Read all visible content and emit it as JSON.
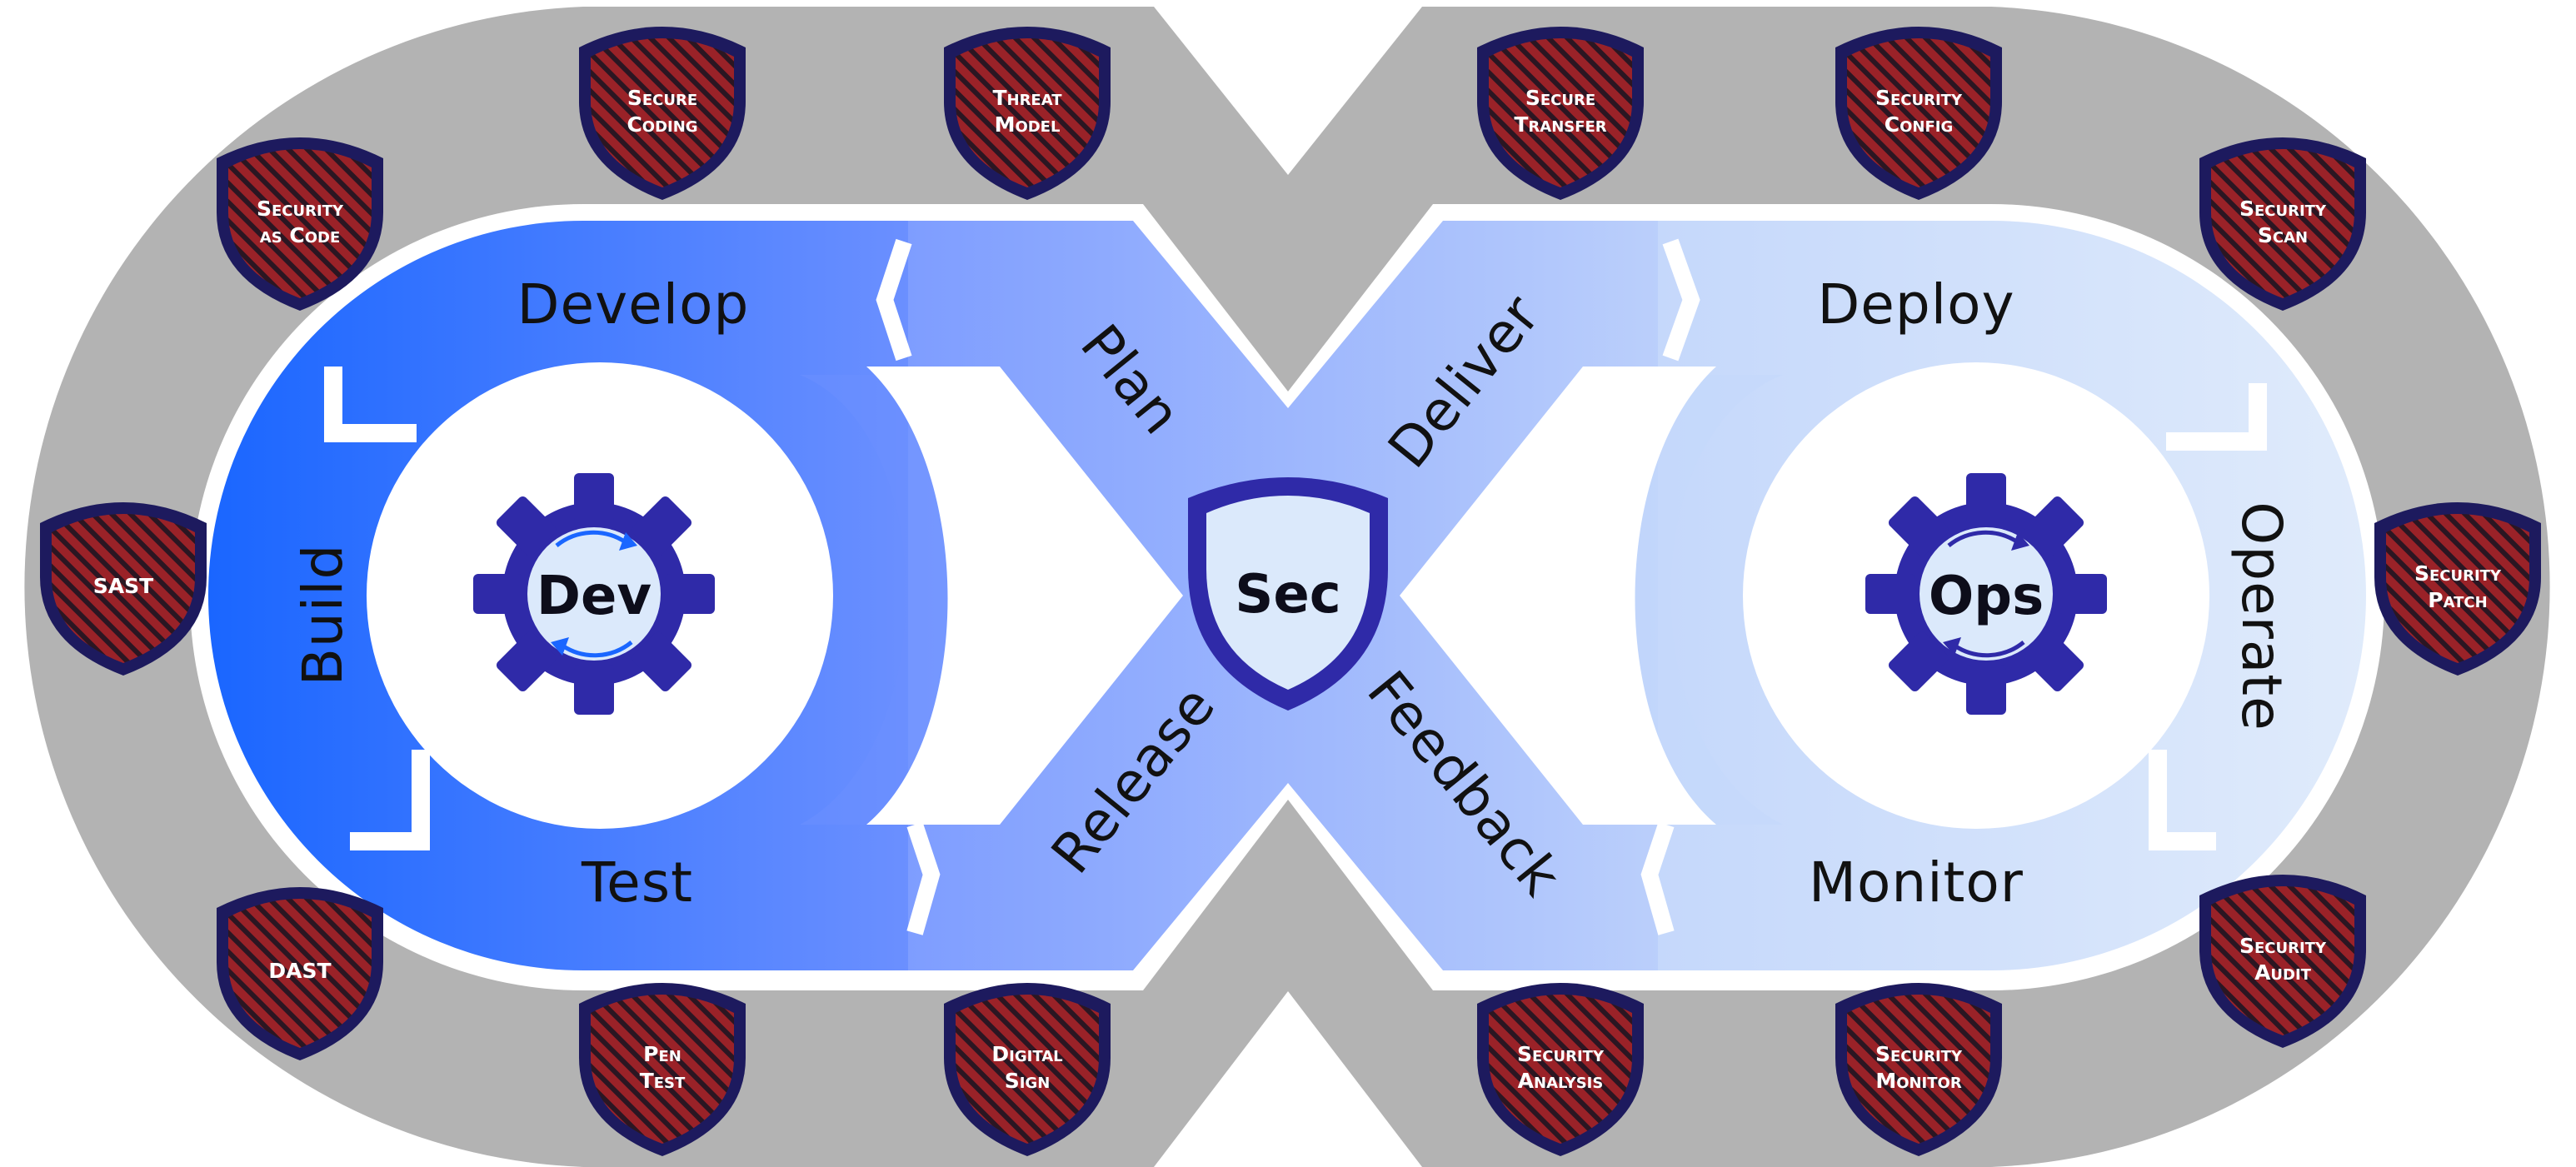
{
  "colors": {
    "outer_track": "#b3b3b3",
    "dev_dark": "#1a66ff",
    "dev_mid": "#6a8eff",
    "cross_mid": "#9bb4ff",
    "ops_light": "#c9dbfb",
    "ops_lightest": "#dce9fb",
    "gear": "#2f2aa8",
    "shield_fill": "#8b1f24",
    "shield_stripe": "#2a1520",
    "shield_border": "#1d1a5e",
    "sec_shield_fill": "#dbe9fb",
    "sec_shield_border": "#2f2aa8"
  },
  "hubs": {
    "dev": "Dev",
    "sec": "Sec",
    "ops": "Ops"
  },
  "stages": {
    "develop": "Develop",
    "build": "Build",
    "test": "Test",
    "plan": "Plan",
    "release": "Release",
    "deliver": "Deliver",
    "feedback": "Feedback",
    "deploy": "Deploy",
    "operate": "Operate",
    "monitor": "Monitor"
  },
  "shields": [
    {
      "id": "secure-coding",
      "line1": "Secure",
      "line2": "Coding"
    },
    {
      "id": "threat-model",
      "line1": "Threat",
      "line2": "Model"
    },
    {
      "id": "secure-transfer",
      "line1": "Secure",
      "line2": "Transfer"
    },
    {
      "id": "security-config",
      "line1": "Security",
      "line2": "Config"
    },
    {
      "id": "security-as-code",
      "line1": "Security",
      "line2": "as Code"
    },
    {
      "id": "security-scan",
      "line1": "Security",
      "line2": "Scan"
    },
    {
      "id": "sast",
      "line1": "SAST",
      "line2": ""
    },
    {
      "id": "security-patch",
      "line1": "Security",
      "line2": "Patch"
    },
    {
      "id": "dast",
      "line1": "DAST",
      "line2": ""
    },
    {
      "id": "security-audit",
      "line1": "Security",
      "line2": "Audit"
    },
    {
      "id": "pen-test",
      "line1": "Pen",
      "line2": "Test"
    },
    {
      "id": "digital-sign",
      "line1": "Digital",
      "line2": "Sign"
    },
    {
      "id": "security-analysis",
      "line1": "Security",
      "line2": "Analysis"
    },
    {
      "id": "security-monitor",
      "line1": "Security",
      "line2": "Monitor"
    }
  ]
}
